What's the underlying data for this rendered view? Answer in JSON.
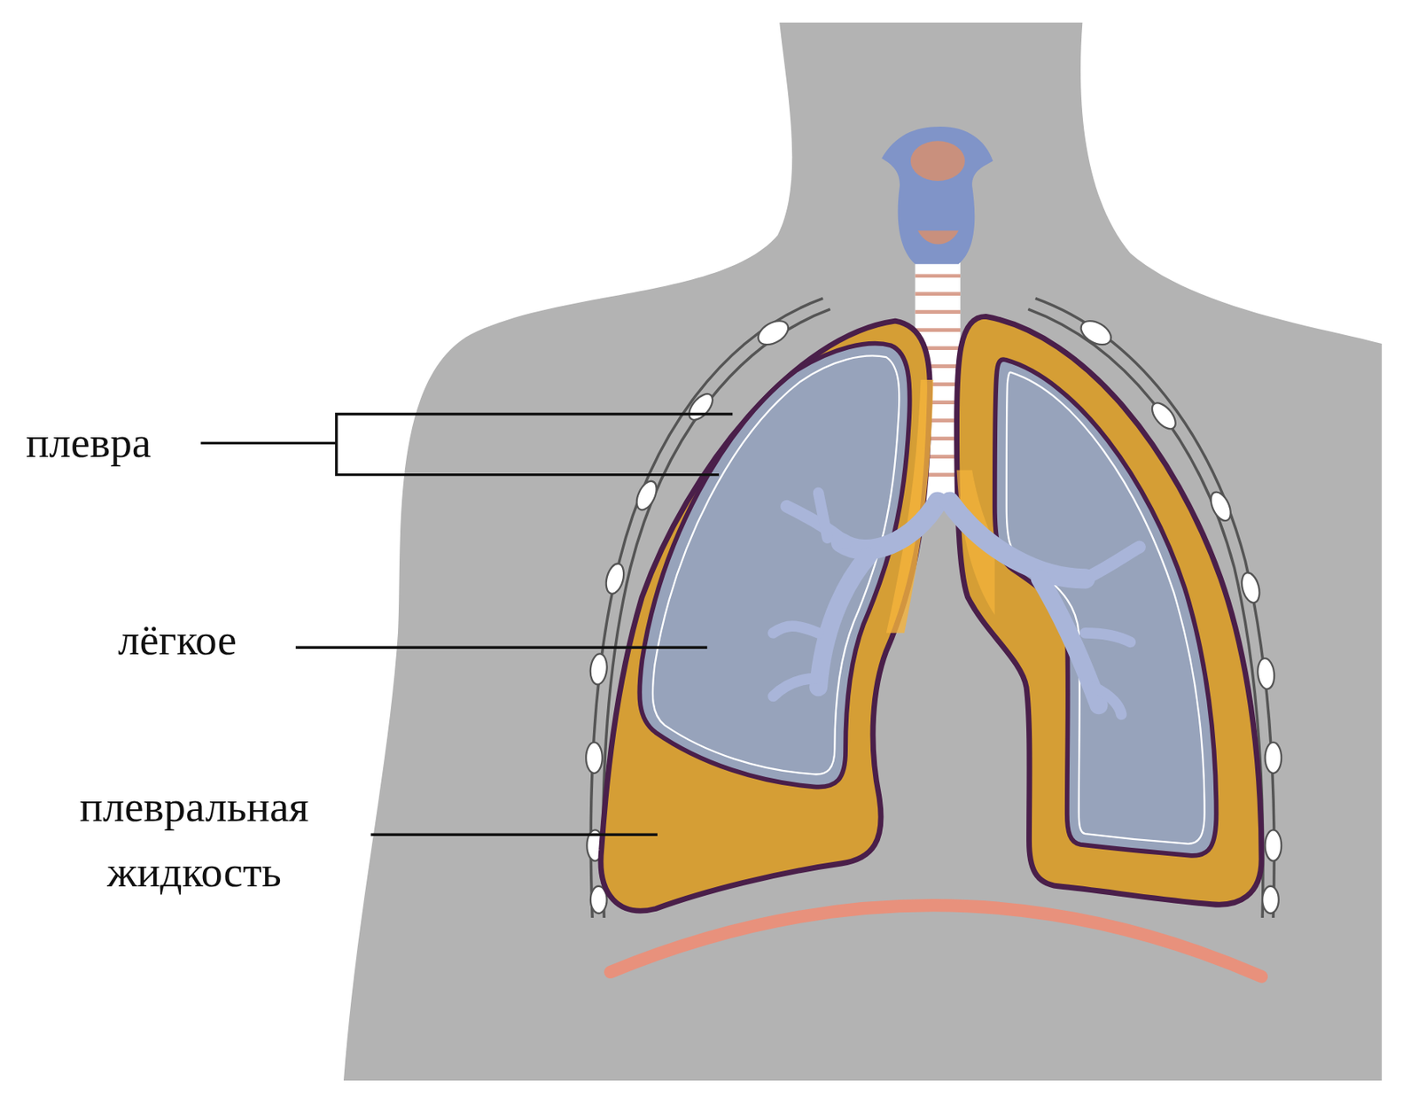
{
  "diagram": {
    "labels": [
      "плевра",
      "лёгкое",
      "плевральная жидкость"
    ]
  }
}
